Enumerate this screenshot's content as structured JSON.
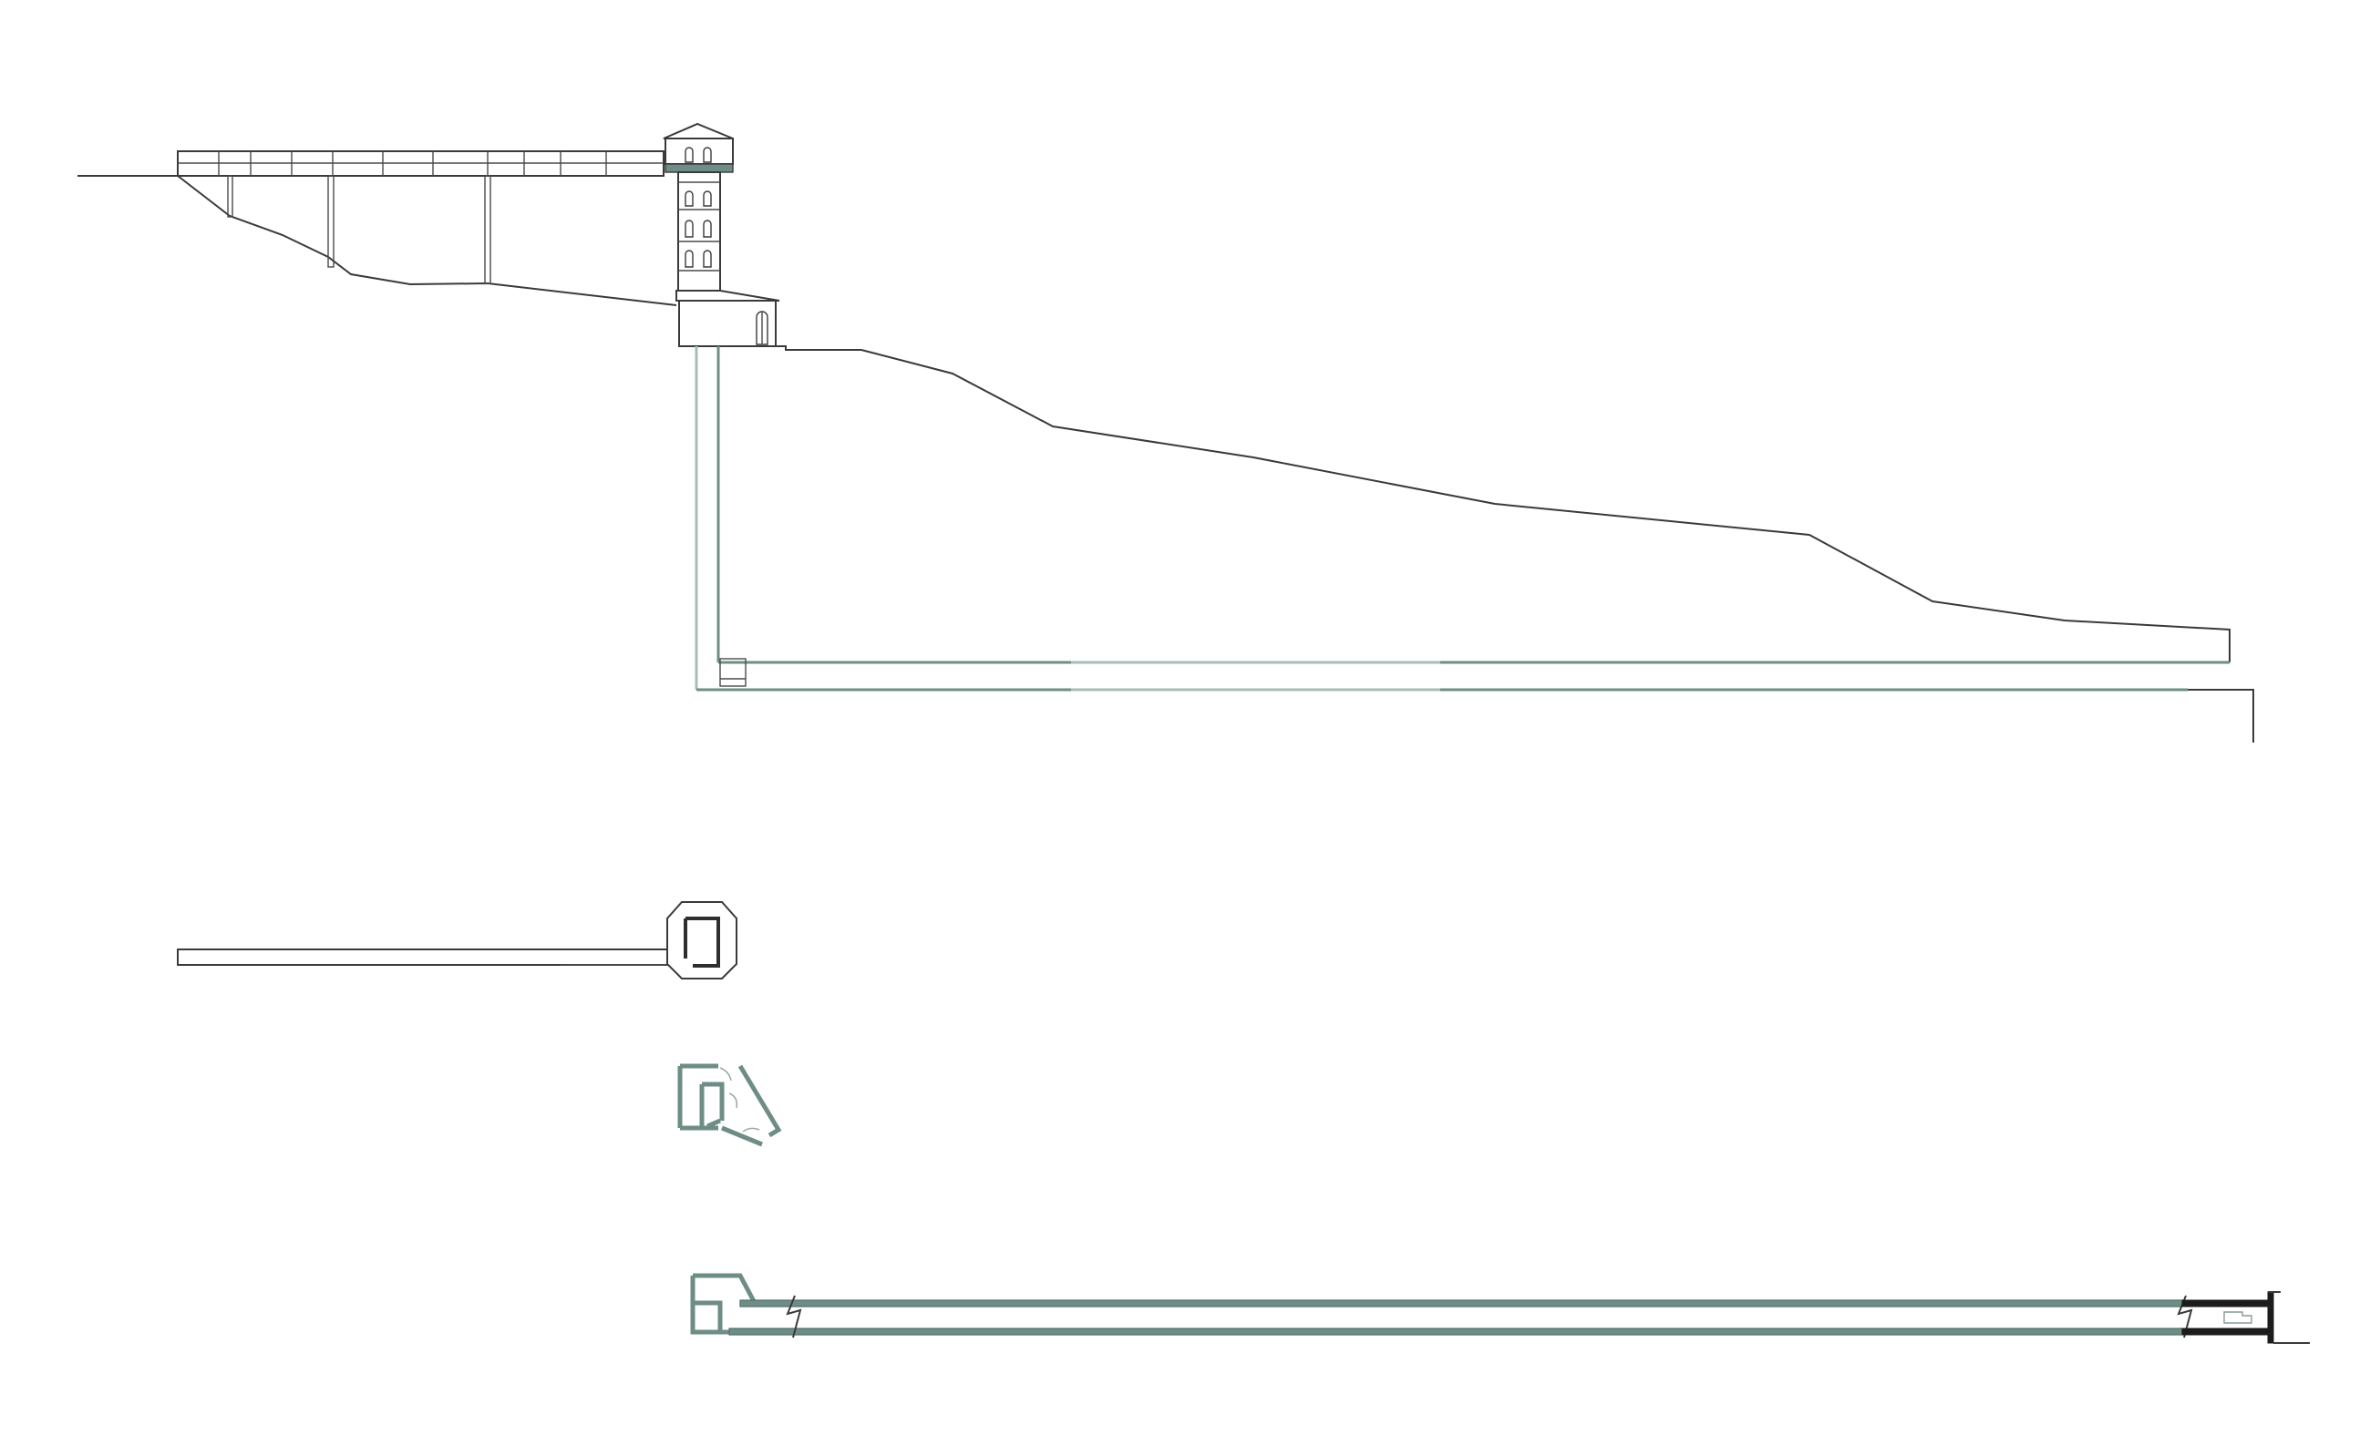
{
  "palette": {
    "line": "#3a3a3a",
    "tunnel_wall": "#6e8d86",
    "tunnel_wall_light": "#a9bdb8",
    "solid_wall": "#1c1c1c",
    "background": "#ffffff"
  },
  "views": [
    {
      "id": "section",
      "text": ""
    },
    {
      "id": "upper-plan",
      "text": ""
    },
    {
      "id": "lower-plan",
      "text": ""
    },
    {
      "id": "tunnel-plan",
      "text": ""
    }
  ]
}
